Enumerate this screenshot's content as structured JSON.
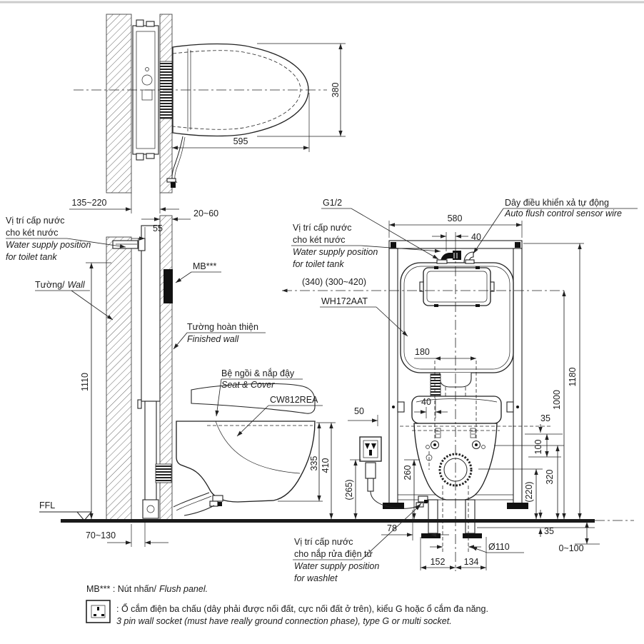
{
  "colors": {
    "line": "#222222",
    "top_border": "#cccccc",
    "panel_black": "#111111"
  },
  "plan": {
    "dim_depth": "595",
    "dim_width": "380",
    "dim_wall_cavity": "135~220"
  },
  "side": {
    "supply_vn1": "Vị trí cấp nước",
    "supply_vn2": "cho két nước",
    "supply_en1": "Water supply position",
    "supply_en2": "for toilet tank",
    "dim_finish_gap": "20~60",
    "dim_55": "55",
    "mb_ref": "MB***",
    "wall_vn": "Tường/",
    "wall_en": "Wall",
    "finwall_vn": "Tường hoàn thiện",
    "finwall_en": "Finished wall",
    "dim_1110": "1110",
    "seat_vn": "Bệ ngồi & nắp đậy",
    "seat_en": "Seat & Cover",
    "bowl_model": "CW812REA",
    "dim_335": "335",
    "dim_410": "410",
    "dim_265": "(265)",
    "ffl": "FFL",
    "dim_70_130": "70~130"
  },
  "front": {
    "g12": "G1/2",
    "sensor_vn": "Dây điều khiển xả tự động",
    "sensor_en": "Auto flush control sensor wire",
    "supply_vn1": "Vị trí cấp nước",
    "supply_vn2": "cho két nước",
    "supply_en1": "Water supply position",
    "supply_en2": "for toilet tank",
    "dim_580": "580",
    "dim_40_top": "40",
    "dim_340": "(340) (300~420)",
    "frame_model": "WH172AAT",
    "dim_180": "180",
    "dim_40_mid": "40",
    "dim_50": "50",
    "dim_35_top": "35",
    "dim_100": "100",
    "dim_320": "320",
    "dim_220": "(220)",
    "dim_1000": "1000",
    "dim_1180": "1180",
    "dim_260": "260",
    "dim_78": "78",
    "dim_35_bot": "35",
    "dia_110": "Ø110",
    "dim_0_100": "0~100",
    "dim_152": "152",
    "dim_134": "134",
    "washlet_vn1": "Vị trí cấp nước",
    "washlet_vn2": "cho nắp rửa điện tử",
    "washlet_en1": "Water supply position",
    "washlet_en2": "for washlet"
  },
  "legend": {
    "mb_note": "MB*** : Nút nhấn/",
    "mb_note_en": "Flush panel.",
    "socket_vn": ": Ổ cắm điện ba chấu (dây phải được nối đất, cực nối đất ở trên), kiểu G hoặc ổ cắm đa năng.",
    "socket_en": "3 pin wall socket (must have really ground connection phase), type G or multi socket."
  }
}
